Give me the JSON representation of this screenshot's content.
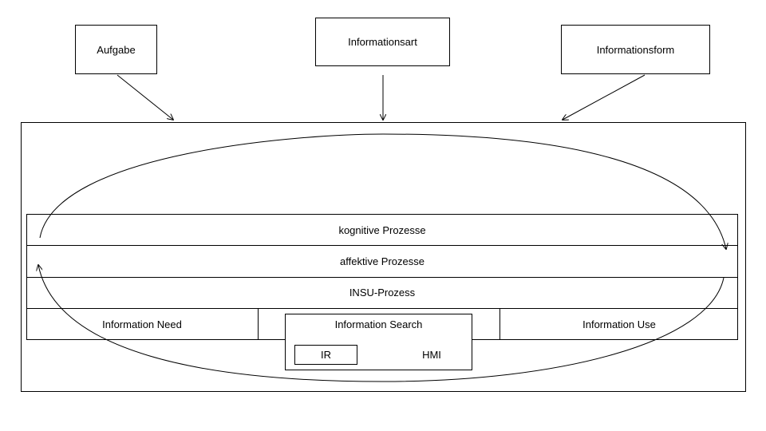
{
  "inputs": {
    "aufgabe": "Aufgabe",
    "informationsart": "Informationsart",
    "informationsform": "Informationsform"
  },
  "layers": {
    "kognitive": "kognitive Prozesse",
    "affektive": "affektive Prozesse",
    "insu": "INSU-Prozess"
  },
  "phases": {
    "need": "Information Need",
    "search": "Information Search",
    "use": "Information Use"
  },
  "search_components": {
    "ir": "IR",
    "hmi": "HMI"
  }
}
